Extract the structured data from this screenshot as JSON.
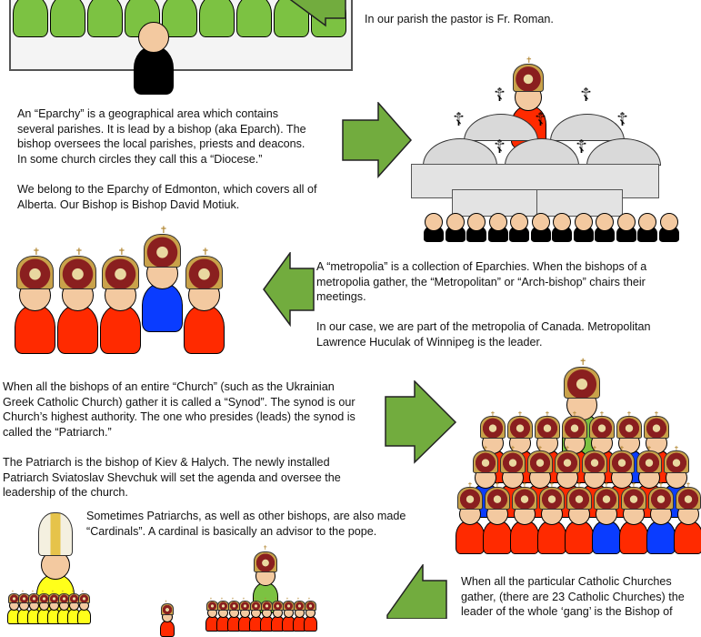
{
  "colors": {
    "arrow": "#72ac3e",
    "green": "#7cc242",
    "red": "#ff2a00",
    "blue": "#0a3cff",
    "black": "#000000",
    "yellow": "#ffff1a"
  },
  "sections": {
    "parish": {
      "text": "In our parish the pastor is Fr. Roman."
    },
    "eparchy": {
      "text": "An “Eparchy” is a geographical area which contains\nseveral parishes.  It is lead by a bishop (aka Eparch).  The\nbishop oversees the local parishes, priests and deacons.\nIn some church circles they call this a “Diocese.”\n\nWe belong to the Eparchy of Edmonton, which covers all of\nAlberta.  Our Bishop is Bishop David Motiuk."
    },
    "metropolia": {
      "text": "A “metropolia” is a collection of Eparchies.  When the bishops of a\nmetropolia gather, the “Metropolitan” or “Arch-bishop” chairs their\nmeetings.\n\nIn our case, we are part of the metropolia of Canada.  Metropolitan\nLawrence Huculak of Winnipeg is the leader."
    },
    "synod": {
      "text": "When all the bishops of an entire “Church” (such as the Ukrainian\nGreek Catholic Church) gather it is called a “Synod”.  The synod is our\nChurch’s highest authority.  The one who presides (leads) the synod is\ncalled the “Patriarch.”\n\nThe Patriarch is the bishop of Kiev & Halych.  The newly installed\nPatriarch Sviatoslav Shevchuk will set the agenda and oversee the\nleadership of the church."
    },
    "cardinals": {
      "text": "Sometimes Patriarchs, as well as other bishops, are also made\n “Cardinals”. A cardinal is basically an advisor to the pope."
    },
    "catholic": {
      "text": "When all the particular Catholic Churches\ngather, (there are 23 Catholic Churches) the\nleader of the whole ‘gang’ is the Bishop of"
    }
  }
}
